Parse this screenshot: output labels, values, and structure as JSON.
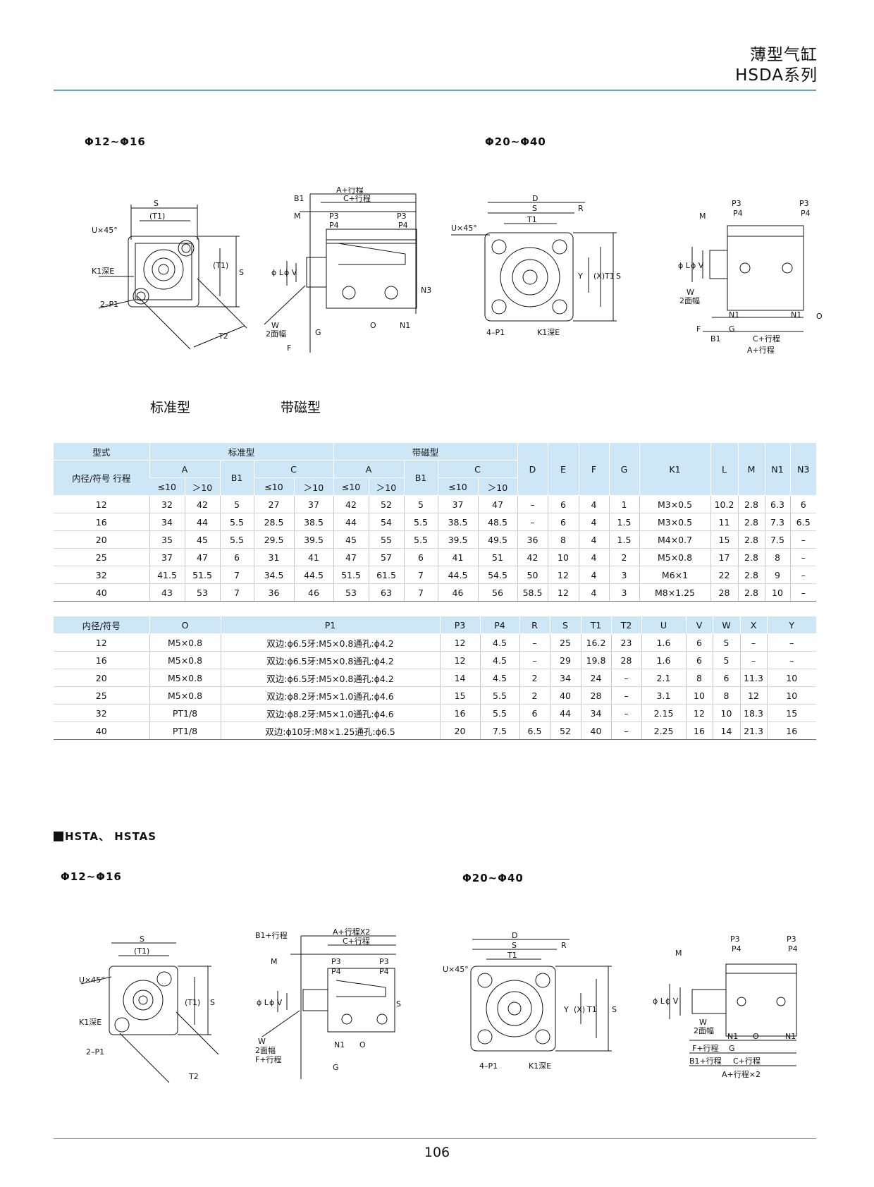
{
  "header": {
    "title_cn": "薄型气缸",
    "title_series": "HSDA系列"
  },
  "hsda": {
    "size_small": "Φ12~Φ16",
    "size_large": "Φ20~Φ40",
    "type_standard": "标准型",
    "type_magnetic": "带磁型"
  },
  "table1": {
    "h_type": "型式",
    "h_bore": "内径/符号 行程",
    "h_standard": "标准型",
    "h_magnetic": "带磁型",
    "h_A": "A",
    "h_C": "C",
    "h_B1": "B1",
    "h_le10": "≤10",
    "h_gt10": "＞10",
    "h_D": "D",
    "h_E": "E",
    "h_F": "F",
    "h_G": "G",
    "h_K1": "K1",
    "h_L": "L",
    "h_M": "M",
    "h_N1": "N1",
    "h_N3": "N3",
    "rows": [
      [
        "12",
        "32",
        "42",
        "5",
        "27",
        "37",
        "42",
        "52",
        "5",
        "37",
        "47",
        "–",
        "6",
        "4",
        "1",
        "M3×0.5",
        "10.2",
        "2.8",
        "6.3",
        "6"
      ],
      [
        "16",
        "34",
        "44",
        "5.5",
        "28.5",
        "38.5",
        "44",
        "54",
        "5.5",
        "38.5",
        "48.5",
        "–",
        "6",
        "4",
        "1.5",
        "M3×0.5",
        "11",
        "2.8",
        "7.3",
        "6.5"
      ],
      [
        "20",
        "35",
        "45",
        "5.5",
        "29.5",
        "39.5",
        "45",
        "55",
        "5.5",
        "39.5",
        "49.5",
        "36",
        "8",
        "4",
        "1.5",
        "M4×0.7",
        "15",
        "2.8",
        "7.5",
        "–"
      ],
      [
        "25",
        "37",
        "47",
        "6",
        "31",
        "41",
        "47",
        "57",
        "6",
        "41",
        "51",
        "42",
        "10",
        "4",
        "2",
        "M5×0.8",
        "17",
        "2.8",
        "8",
        "–"
      ],
      [
        "32",
        "41.5",
        "51.5",
        "7",
        "34.5",
        "44.5",
        "51.5",
        "61.5",
        "7",
        "44.5",
        "54.5",
        "50",
        "12",
        "4",
        "3",
        "M6×1",
        "22",
        "2.8",
        "9",
        "–"
      ],
      [
        "40",
        "43",
        "53",
        "7",
        "36",
        "46",
        "53",
        "63",
        "7",
        "46",
        "56",
        "58.5",
        "12",
        "4",
        "3",
        "M8×1.25",
        "28",
        "2.8",
        "10",
        "–"
      ]
    ]
  },
  "table2": {
    "headers": [
      "内径/符号",
      "O",
      "P1",
      "P3",
      "P4",
      "R",
      "S",
      "T1",
      "T2",
      "U",
      "V",
      "W",
      "X",
      "Y"
    ],
    "rows": [
      [
        "12",
        "M5×0.8",
        "双边:ϕ6.5牙:M5×0.8通孔:ϕ4.2",
        "12",
        "4.5",
        "–",
        "25",
        "16.2",
        "23",
        "1.6",
        "6",
        "5",
        "–",
        "–"
      ],
      [
        "16",
        "M5×0.8",
        "双边:ϕ6.5牙:M5×0.8通孔:ϕ4.2",
        "12",
        "4.5",
        "–",
        "29",
        "19.8",
        "28",
        "1.6",
        "6",
        "5",
        "–",
        "–"
      ],
      [
        "20",
        "M5×0.8",
        "双边:ϕ6.5牙:M5×0.8通孔:ϕ4.2",
        "14",
        "4.5",
        "2",
        "34",
        "24",
        "–",
        "2.1",
        "8",
        "6",
        "11.3",
        "10"
      ],
      [
        "25",
        "M5×0.8",
        "双边:ϕ8.2牙:M5×1.0通孔:ϕ4.6",
        "15",
        "5.5",
        "2",
        "40",
        "28",
        "–",
        "3.1",
        "10",
        "8",
        "12",
        "10"
      ],
      [
        "32",
        "PT1/8",
        "双边:ϕ8.2牙:M5×1.0通孔:ϕ4.6",
        "16",
        "5.5",
        "6",
        "44",
        "34",
        "–",
        "2.15",
        "12",
        "10",
        "18.3",
        "15"
      ],
      [
        "40",
        "PT1/8",
        "双边:ϕ10牙:M8×1.25通孔:ϕ6.5",
        "20",
        "7.5",
        "6.5",
        "52",
        "40",
        "–",
        "2.25",
        "16",
        "14",
        "21.3",
        "16"
      ]
    ]
  },
  "hsta": {
    "heading": "HSTA、 HSTAS",
    "size_small": "Φ12~Φ16",
    "size_large": "Φ20~Φ40"
  },
  "labels": {
    "S": "S",
    "T1p": "(T1)",
    "T1": "T1",
    "T2": "T2",
    "D": "D",
    "R": "R",
    "U45": "U×45°",
    "K1": "K1深E",
    "P1_2": "2–P1",
    "P1_4": "4–P1",
    "Xp": "(X)",
    "Y": "Y",
    "A_stroke": "A+行程",
    "C_stroke": "C+行程",
    "B1": "B1",
    "M": "M",
    "P3": "P3",
    "P4": "P4",
    "L": "ϕ L",
    "V": "ϕ V",
    "W": "W",
    "W2": "2面幅",
    "G": "G",
    "F": "F",
    "O": "O",
    "N1": "N1",
    "N3": "N3",
    "B1_stroke": "B1+行程",
    "F_stroke": "F+行程",
    "A_stroke_x2": "A+行程X2",
    "A_stroke_x2b": "A+行程×2"
  },
  "footer": {
    "page": "106"
  }
}
